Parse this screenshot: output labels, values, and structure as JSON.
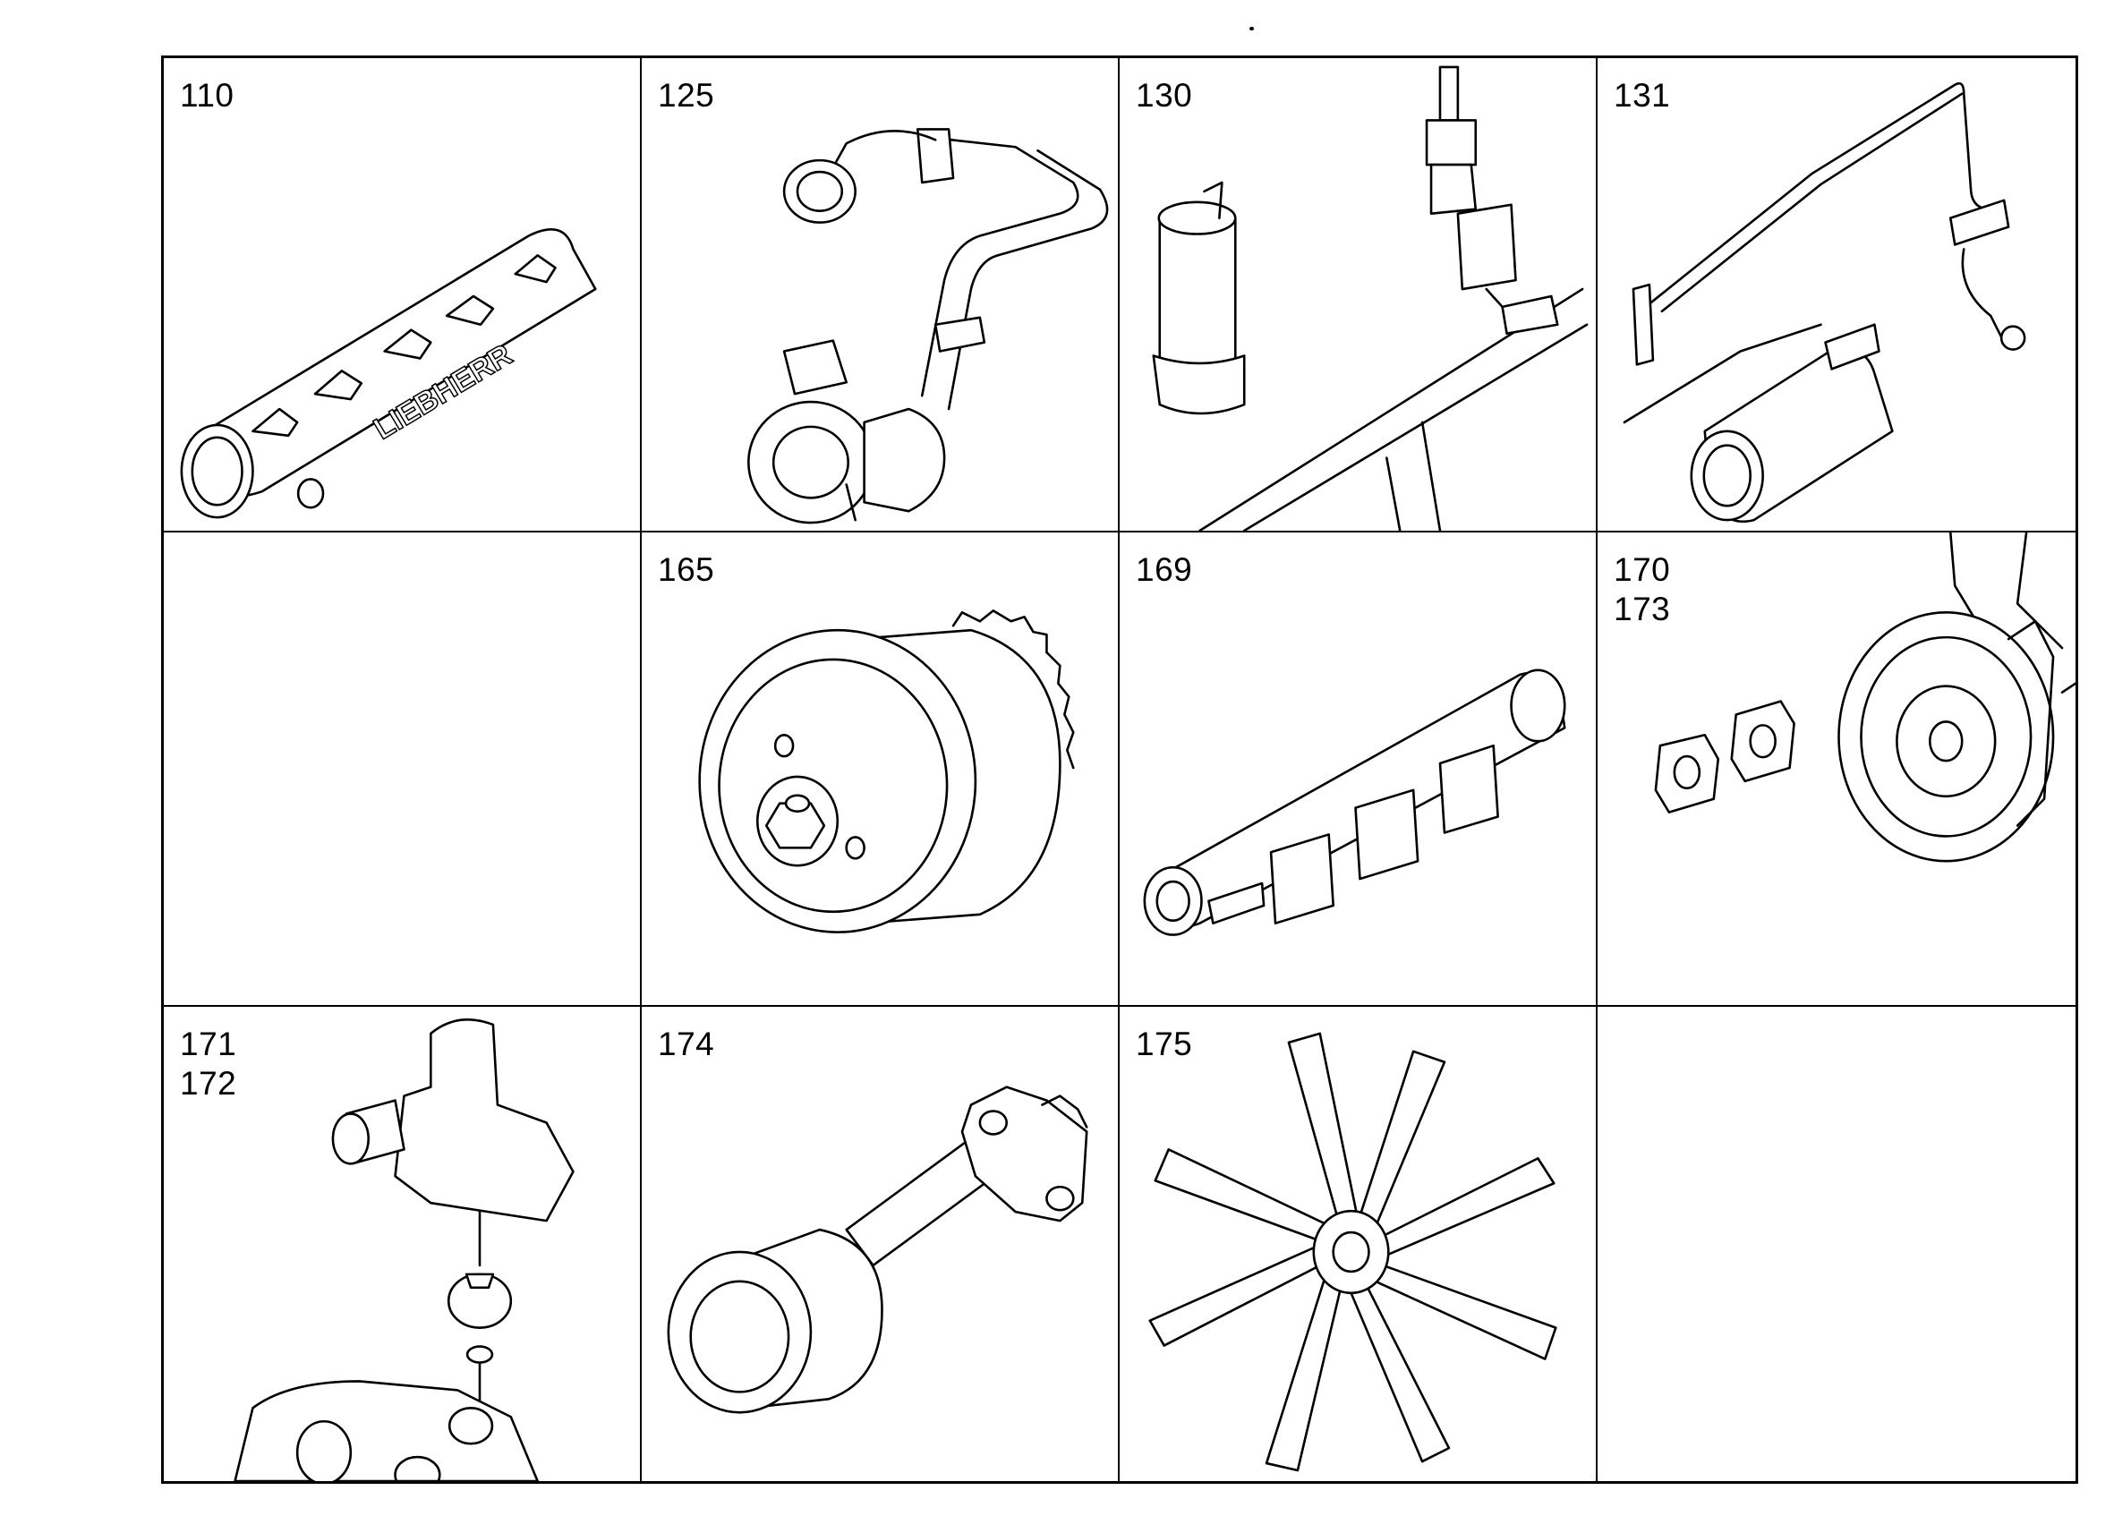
{
  "cells": [
    {
      "labels": [
        "110"
      ],
      "part": "intake-manifold",
      "logo_text": "LIEBHERR"
    },
    {
      "labels": [
        "125"
      ],
      "part": "turbocharger-with-hose"
    },
    {
      "labels": [
        "130"
      ],
      "part": "injector-and-sensor"
    },
    {
      "labels": [
        "131"
      ],
      "part": "sensor-line-assembly"
    },
    {
      "labels": [],
      "part": "empty"
    },
    {
      "labels": [
        "165"
      ],
      "part": "vibration-damper"
    },
    {
      "labels": [
        "169"
      ],
      "part": "exhaust-manifold"
    },
    {
      "labels": [
        "170",
        "173"
      ],
      "part": "flywheel-and-gaskets"
    },
    {
      "labels": [
        "171",
        "172"
      ],
      "part": "thermostat-housing"
    },
    {
      "labels": [
        "174"
      ],
      "part": "drive-shaft-housing"
    },
    {
      "labels": [
        "175"
      ],
      "part": "fan"
    },
    {
      "labels": [],
      "part": "empty"
    }
  ]
}
